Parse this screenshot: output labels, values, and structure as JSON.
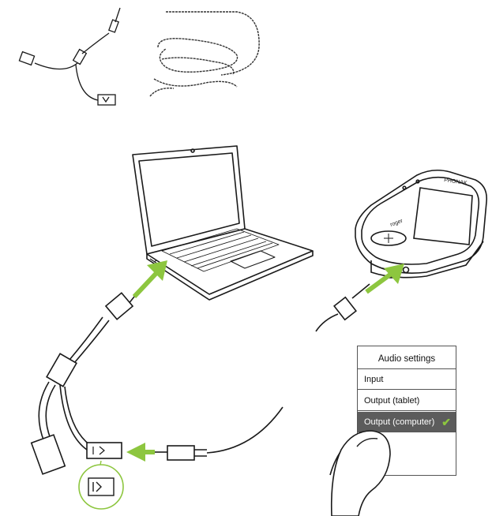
{
  "menu": {
    "title": "Audio settings",
    "items": [
      {
        "label": "Input",
        "selected": false
      },
      {
        "label": "Output (tablet)",
        "selected": false
      },
      {
        "label": "Output (computer)",
        "selected": true
      }
    ],
    "check_color": "#8dc63f",
    "selected_bg": "#5c5c5c"
  },
  "device": {
    "brand": "PHONAK",
    "product": "roger"
  },
  "colors": {
    "arrow": "#8dc63f",
    "line": "#1a1a1a"
  }
}
